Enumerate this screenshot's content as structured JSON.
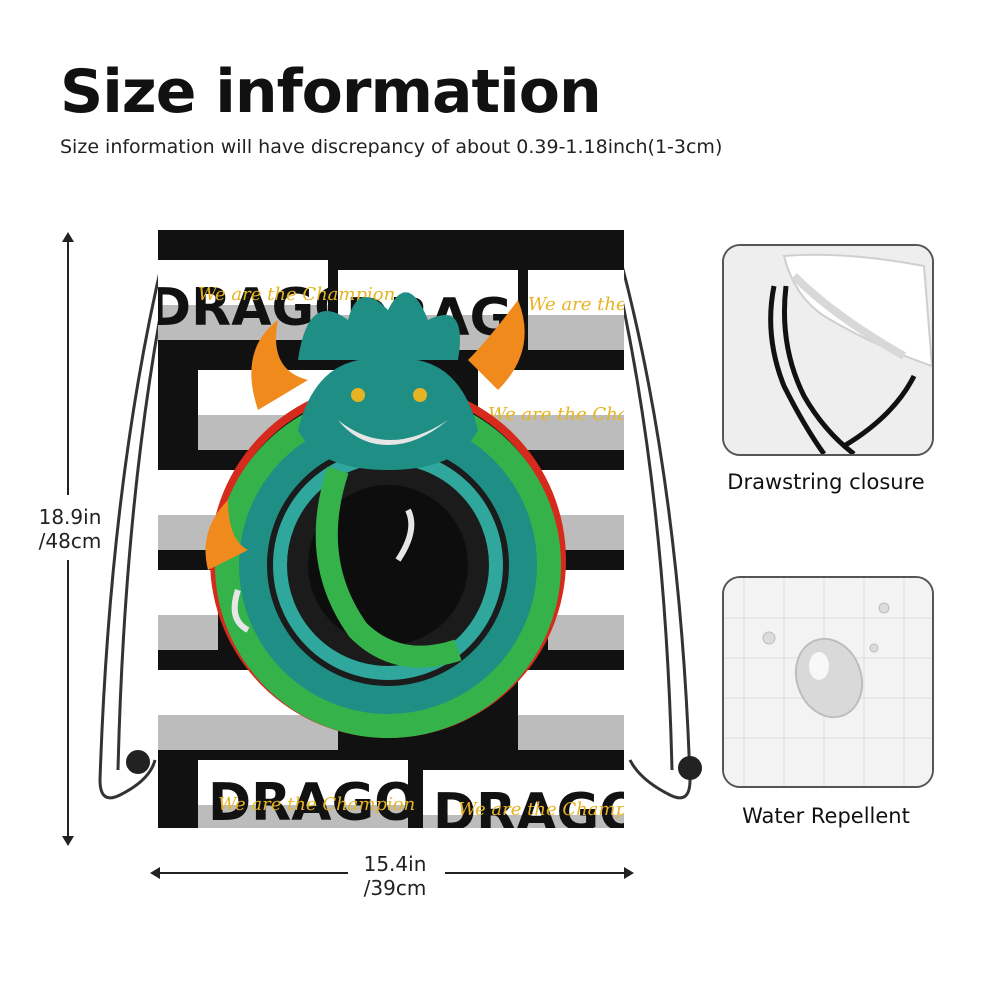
{
  "header": {
    "title": "Size information",
    "subtitle": "Size information will have discrepancy of about 0.39-1.18inch(1-3cm)"
  },
  "dimensions": {
    "height_in": "18.9in",
    "height_cm": "/48cm",
    "width_in": "15.4in",
    "width_cm": "/39cm"
  },
  "product": {
    "pattern_words": [
      "DRAGON",
      "We are the Champion"
    ],
    "colors": {
      "background": "#111111",
      "red": "#d62a1c",
      "teal": "#1f8f86",
      "green": "#35b34a",
      "gold": "#e6b422",
      "grey": "#9a9a9a"
    }
  },
  "features": [
    {
      "label": "Drawstring closure",
      "icon": "drawstring-icon"
    },
    {
      "label": "Water Repellent",
      "icon": "water-drop-icon"
    }
  ]
}
